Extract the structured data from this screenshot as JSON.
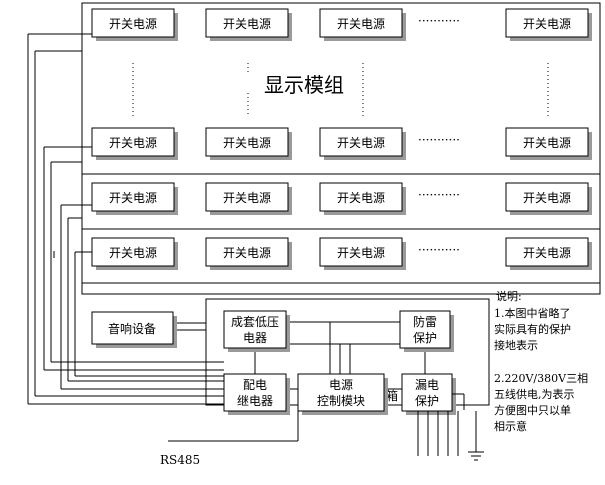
{
  "module_label": "开关电源",
  "display_title": "显示模组",
  "ellipsis": "···········",
  "audio": "音响设备",
  "low_voltage": [
    "成套低压",
    "电器"
  ],
  "lightning": [
    "防雷",
    "保护"
  ],
  "relay": [
    "配电",
    "继电器"
  ],
  "power_ctrl": [
    "电源",
    "控制模块"
  ],
  "leakage": [
    "漏电",
    "保护"
  ],
  "dist_box": "配电箱",
  "rs485": "RS485",
  "notes": {
    "title": "说明:",
    "lines1": [
      "1.本图中省略了",
      "实际具有的保护",
      "接地表示"
    ],
    "lines2": [
      "2.220V/380V三相",
      "五线供电,为表示",
      "方便图中只以单",
      "相示意"
    ]
  }
}
